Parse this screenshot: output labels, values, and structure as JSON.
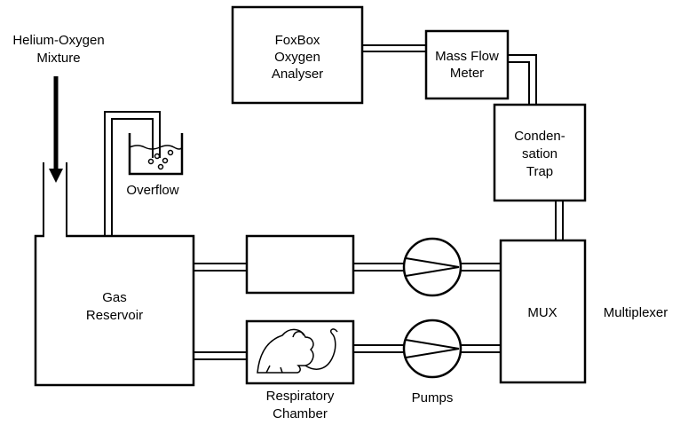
{
  "labels": {
    "helium_line1": "Helium-Oxygen",
    "helium_line2": "Mixture",
    "foxbox_line1": "FoxBox",
    "foxbox_line2": "Oxygen",
    "foxbox_line3": "Analyser",
    "massflow_line1": "Mass Flow",
    "massflow_line2": "Meter",
    "trap_line1": "Conden-",
    "trap_line2": "sation",
    "trap_line3": "Trap",
    "overflow": "Overflow",
    "reservoir_line1": "Gas",
    "reservoir_line2": "Reservoir",
    "mux": "MUX",
    "multiplexer": "Multiplexer",
    "chamber_line1": "Respiratory",
    "chamber_line2": "Chamber",
    "pumps": "Pumps"
  }
}
